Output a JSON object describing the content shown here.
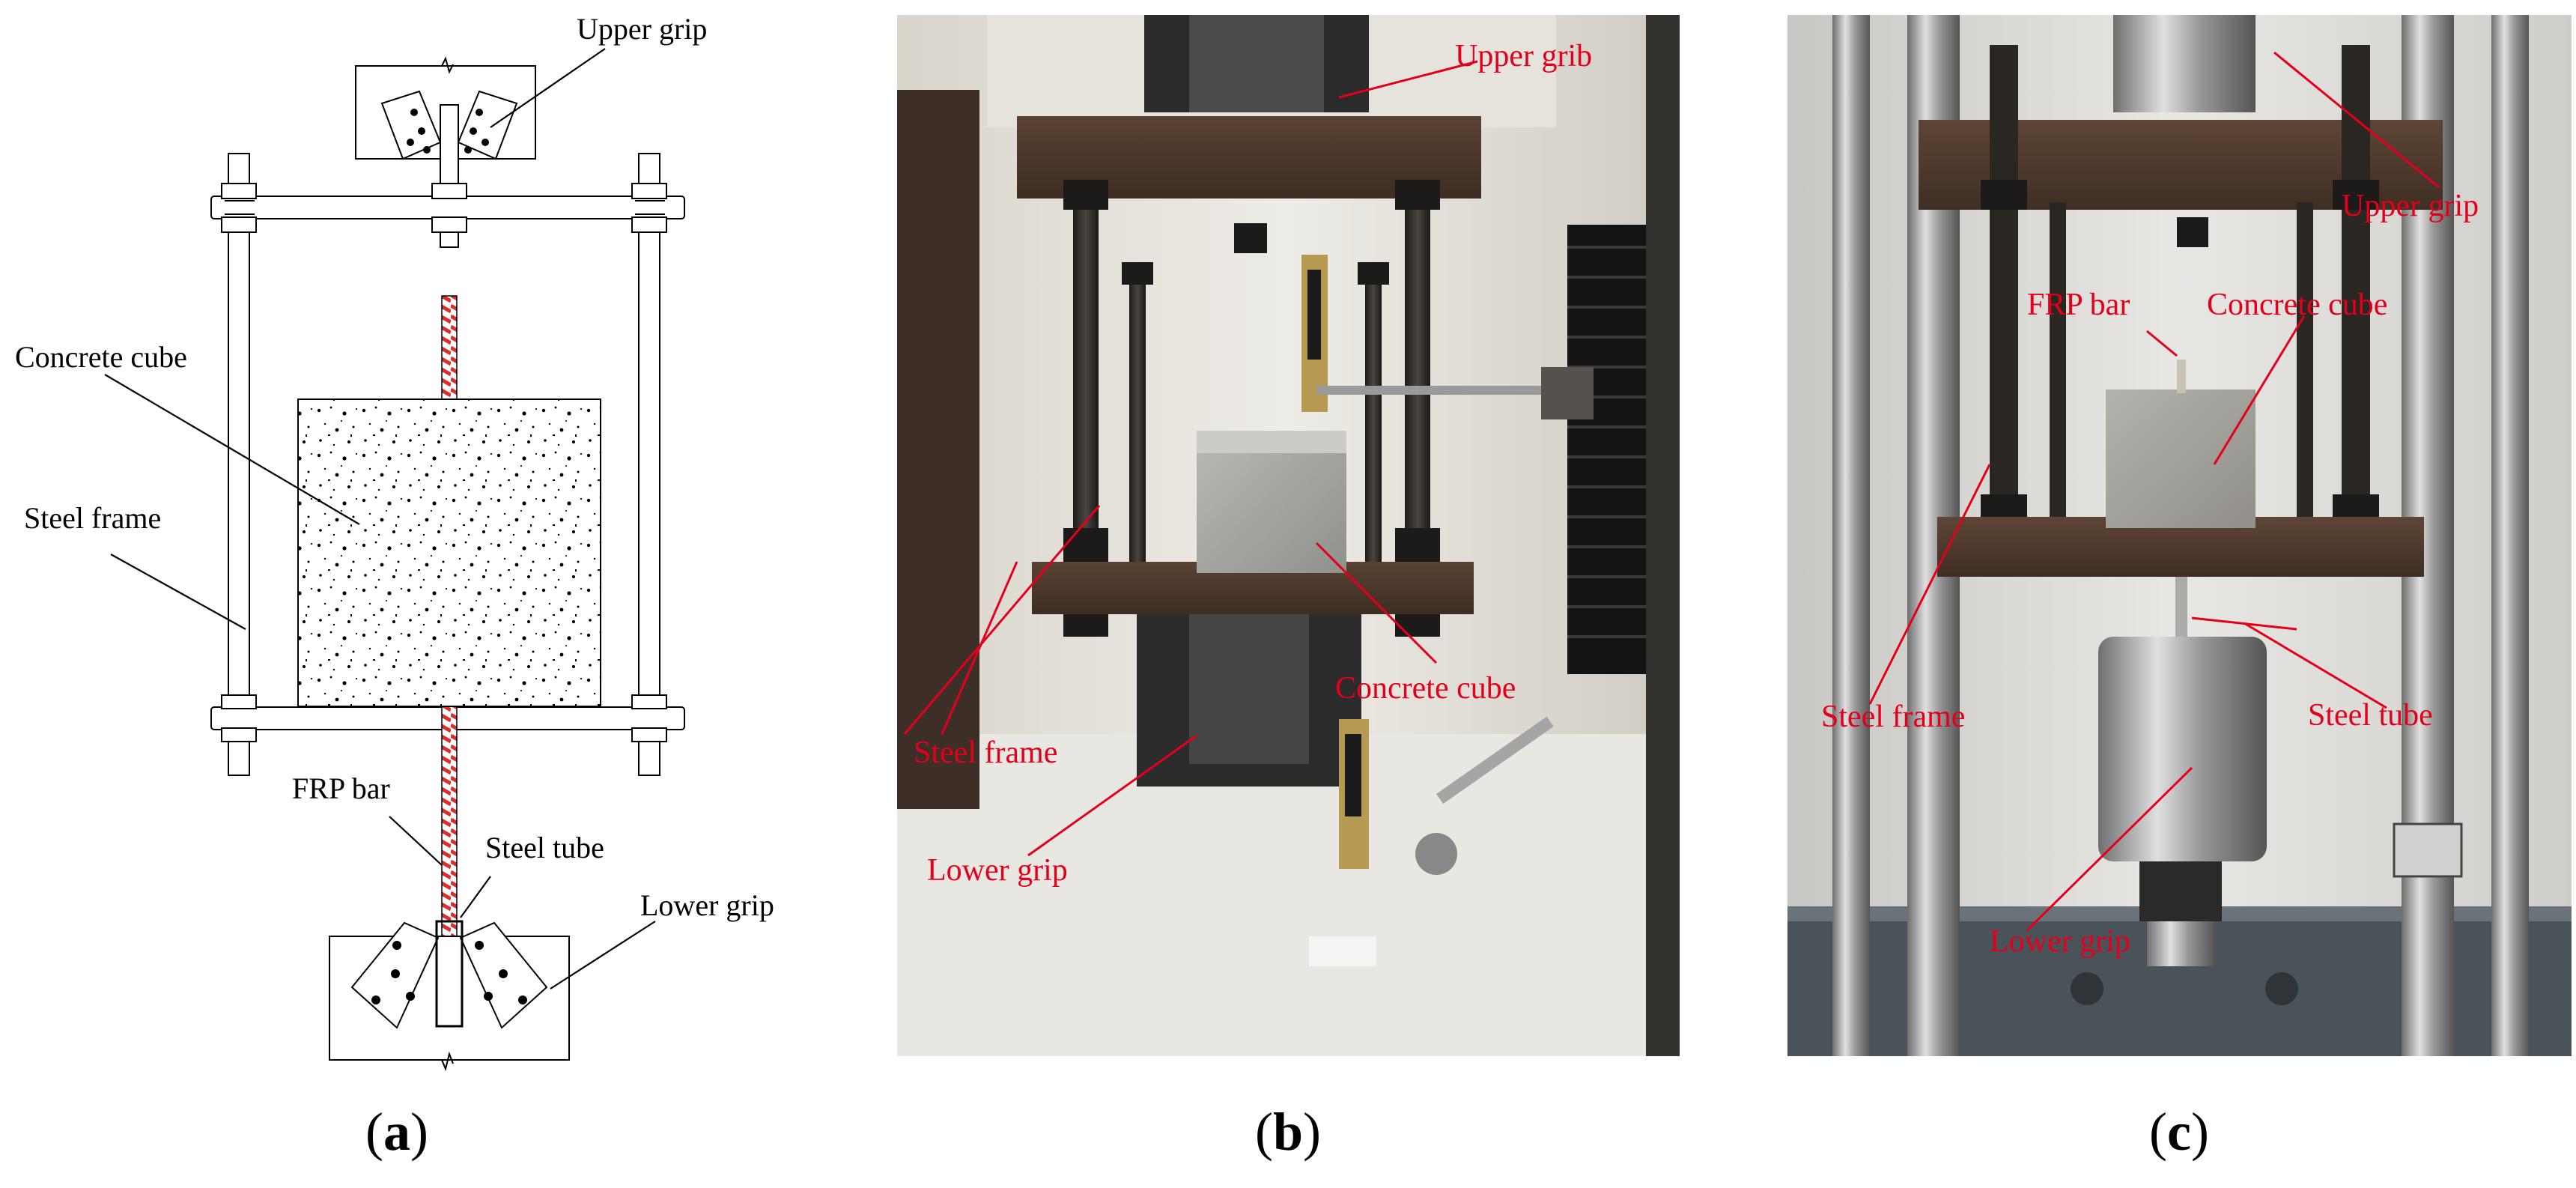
{
  "panel_a": {
    "labels": {
      "upper_grip": "Upper grip",
      "concrete_cube": "Concrete cube",
      "steel_frame": "Steel frame",
      "frp_bar": "FRP bar",
      "steel_tube": "Steel tube",
      "lower_grip": "Lower grip"
    },
    "caption_letter": "a"
  },
  "panel_b": {
    "labels": {
      "upper_grip": "Upper grib",
      "steel_frame": "Steel frame",
      "concrete_cube": "Concrete cube",
      "lower_grip": "Lower grip"
    },
    "caption_letter": "b"
  },
  "panel_c": {
    "labels": {
      "upper_grip": "Upper grip",
      "frp_bar": "FRP bar",
      "concrete_cube": "Concrete cube",
      "steel_frame": "Steel frame",
      "steel_tube": "Steel tube",
      "lower_grip": "Lower grip"
    },
    "caption_letter": "c"
  },
  "colors": {
    "annotation_red": "#e3001b",
    "line_black": "#000000",
    "frp_red": "#d9302c"
  }
}
